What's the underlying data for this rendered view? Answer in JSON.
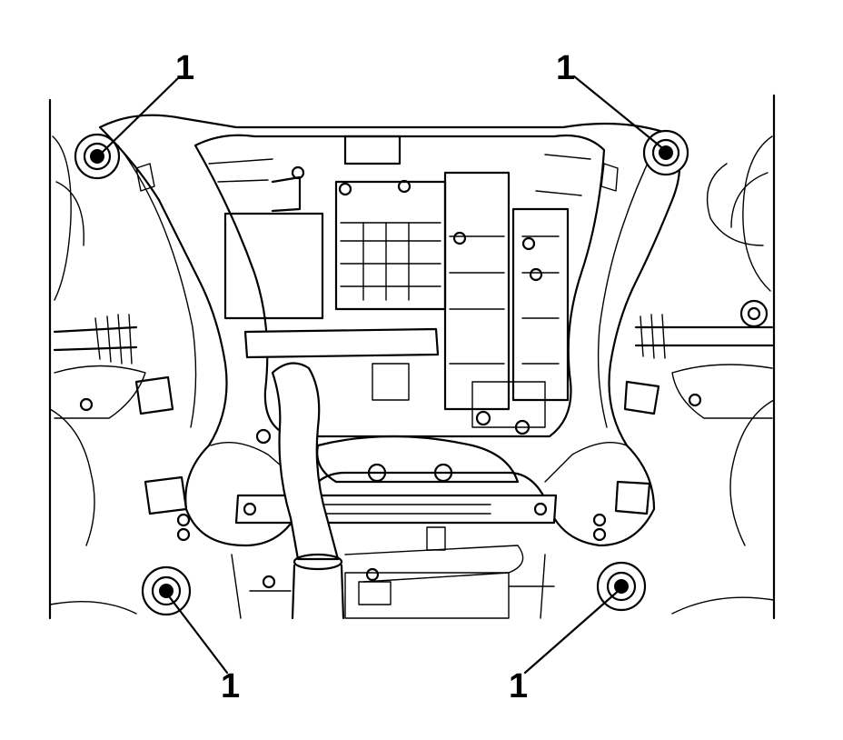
{
  "callouts": [
    {
      "label": "1"
    },
    {
      "label": "1"
    },
    {
      "label": "1"
    },
    {
      "label": "1"
    }
  ],
  "colors": {
    "line": "#000000",
    "background": "#ffffff"
  }
}
